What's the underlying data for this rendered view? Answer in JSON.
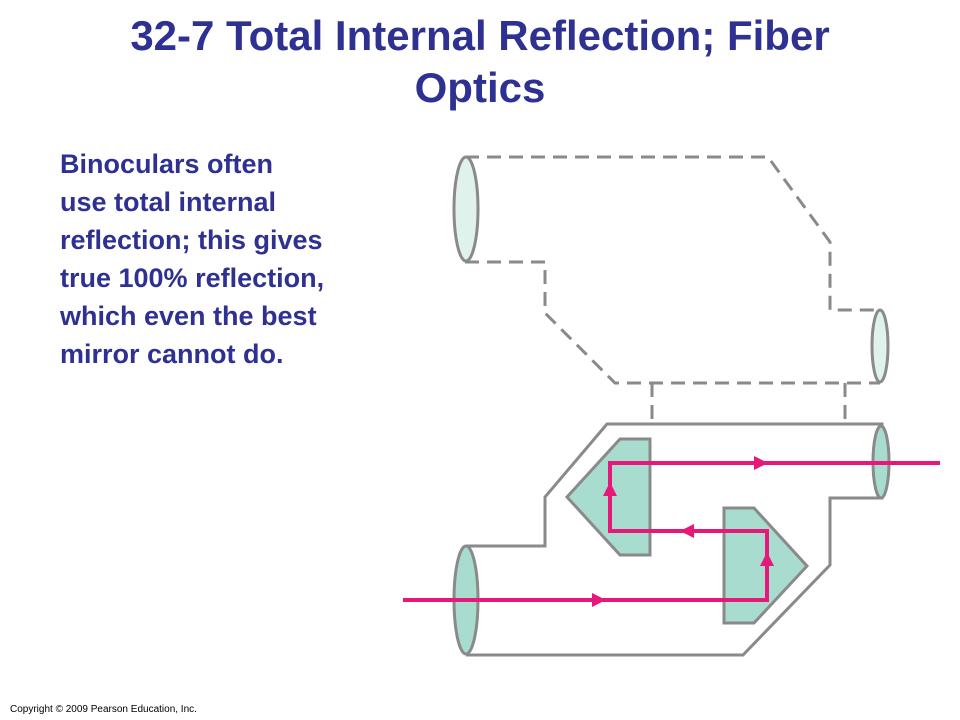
{
  "slide": {
    "title_line1": "32-7 Total Internal Reflection; Fiber",
    "title_line2": "Optics",
    "body_lines": [
      "Binoculars often",
      "use total internal",
      "reflection; this gives",
      "true 100% reflection,",
      "which even the best",
      "mirror cannot do."
    ],
    "copyright": "Copyright © 2009 Pearson Education, Inc."
  },
  "colors": {
    "title_text": "#2e3192",
    "outline_gray": "#8a8a8a",
    "dashed_gray": "#8a8a8a",
    "glass_fill": "#a8dccf",
    "ghost_lens_fill": "#dff2ec",
    "ray_magenta": "#e6197a"
  }
}
